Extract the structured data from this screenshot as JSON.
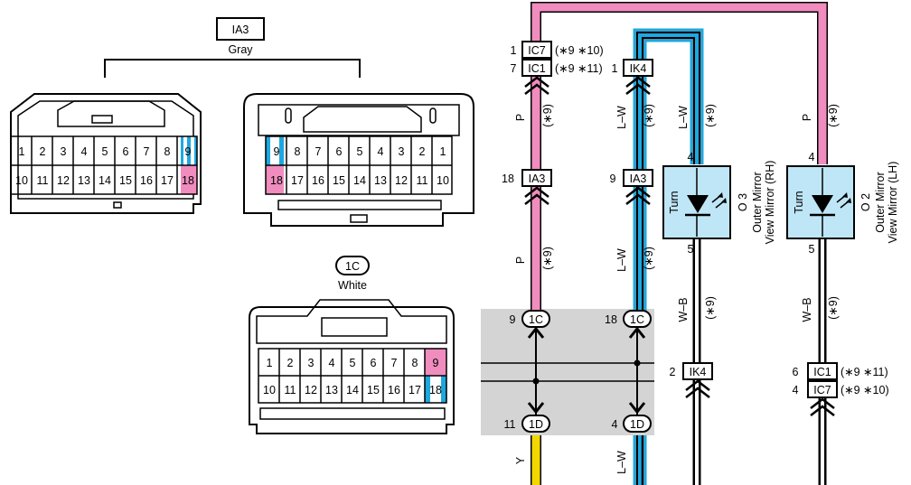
{
  "connectors": {
    "ia3": {
      "code": "IA3",
      "color": "Gray",
      "top_pins": [
        "1",
        "2",
        "3",
        "4",
        "5",
        "6",
        "7",
        "8",
        "9"
      ],
      "bottom_pins": [
        "10",
        "11",
        "12",
        "13",
        "14",
        "15",
        "16",
        "17",
        "18"
      ],
      "female_top_pins": [
        "9",
        "8",
        "7",
        "6",
        "5",
        "4",
        "3",
        "2",
        "1"
      ],
      "female_bottom_pins": [
        "18",
        "17",
        "16",
        "15",
        "14",
        "13",
        "12",
        "11",
        "10"
      ]
    },
    "c1c": {
      "code": "1C",
      "color": "White",
      "top_pins": [
        "1",
        "2",
        "3",
        "4",
        "5",
        "6",
        "7",
        "8",
        "9"
      ],
      "bottom_pins": [
        "10",
        "11",
        "12",
        "13",
        "14",
        "15",
        "16",
        "17",
        "18"
      ]
    }
  },
  "wiring": {
    "pink_top": {
      "pin1": "1",
      "conn1": "IC7",
      "note1": "(∗9 ∗10)",
      "pin2": "7",
      "conn2": "IC1",
      "note2": "(∗9 ∗11)"
    },
    "blue_top": {
      "pin": "1",
      "conn": "IK4"
    },
    "wire_labels": {
      "p": "P",
      "lw": "L–W",
      "wb": "W–B",
      "y": "Y",
      "note": "(∗9)"
    },
    "ia3_p": {
      "pin": "18",
      "conn": "IA3"
    },
    "ia3_lw": {
      "pin": "9",
      "conn": "IA3"
    },
    "c1c_p": {
      "pin": "9",
      "conn": "1C"
    },
    "c1c_lw": {
      "pin": "18",
      "conn": "1C"
    },
    "d1d_y": {
      "pin": "11",
      "conn": "1D"
    },
    "d1d_lw": {
      "pin": "4",
      "conn": "1D"
    },
    "mirror_rh": {
      "id": "O 3",
      "name1": "Outer Mirror",
      "name2": "View Mirror (RH)",
      "func": "Turn",
      "pin_in": "4",
      "pin_out": "5"
    },
    "mirror_lh": {
      "id": "O 2",
      "name1": "Outer Mirror",
      "name2": "View Mirror (LH)",
      "func": "Turn",
      "pin_in": "4",
      "pin_out": "5"
    },
    "ik4_bottom": {
      "pin": "2",
      "conn": "IK4"
    },
    "lh_bottom": {
      "pin1": "6",
      "conn1": "IC1",
      "note1": "(∗9 ∗11)",
      "pin2": "4",
      "conn2": "IC7",
      "note2": "(∗9 ∗10)"
    }
  },
  "colors": {
    "pink": "#F08CBE",
    "blue": "#1EA8E0",
    "yellow": "#F2D800",
    "lamp": "#BFE6F6",
    "splice": "#D4D4D4"
  }
}
